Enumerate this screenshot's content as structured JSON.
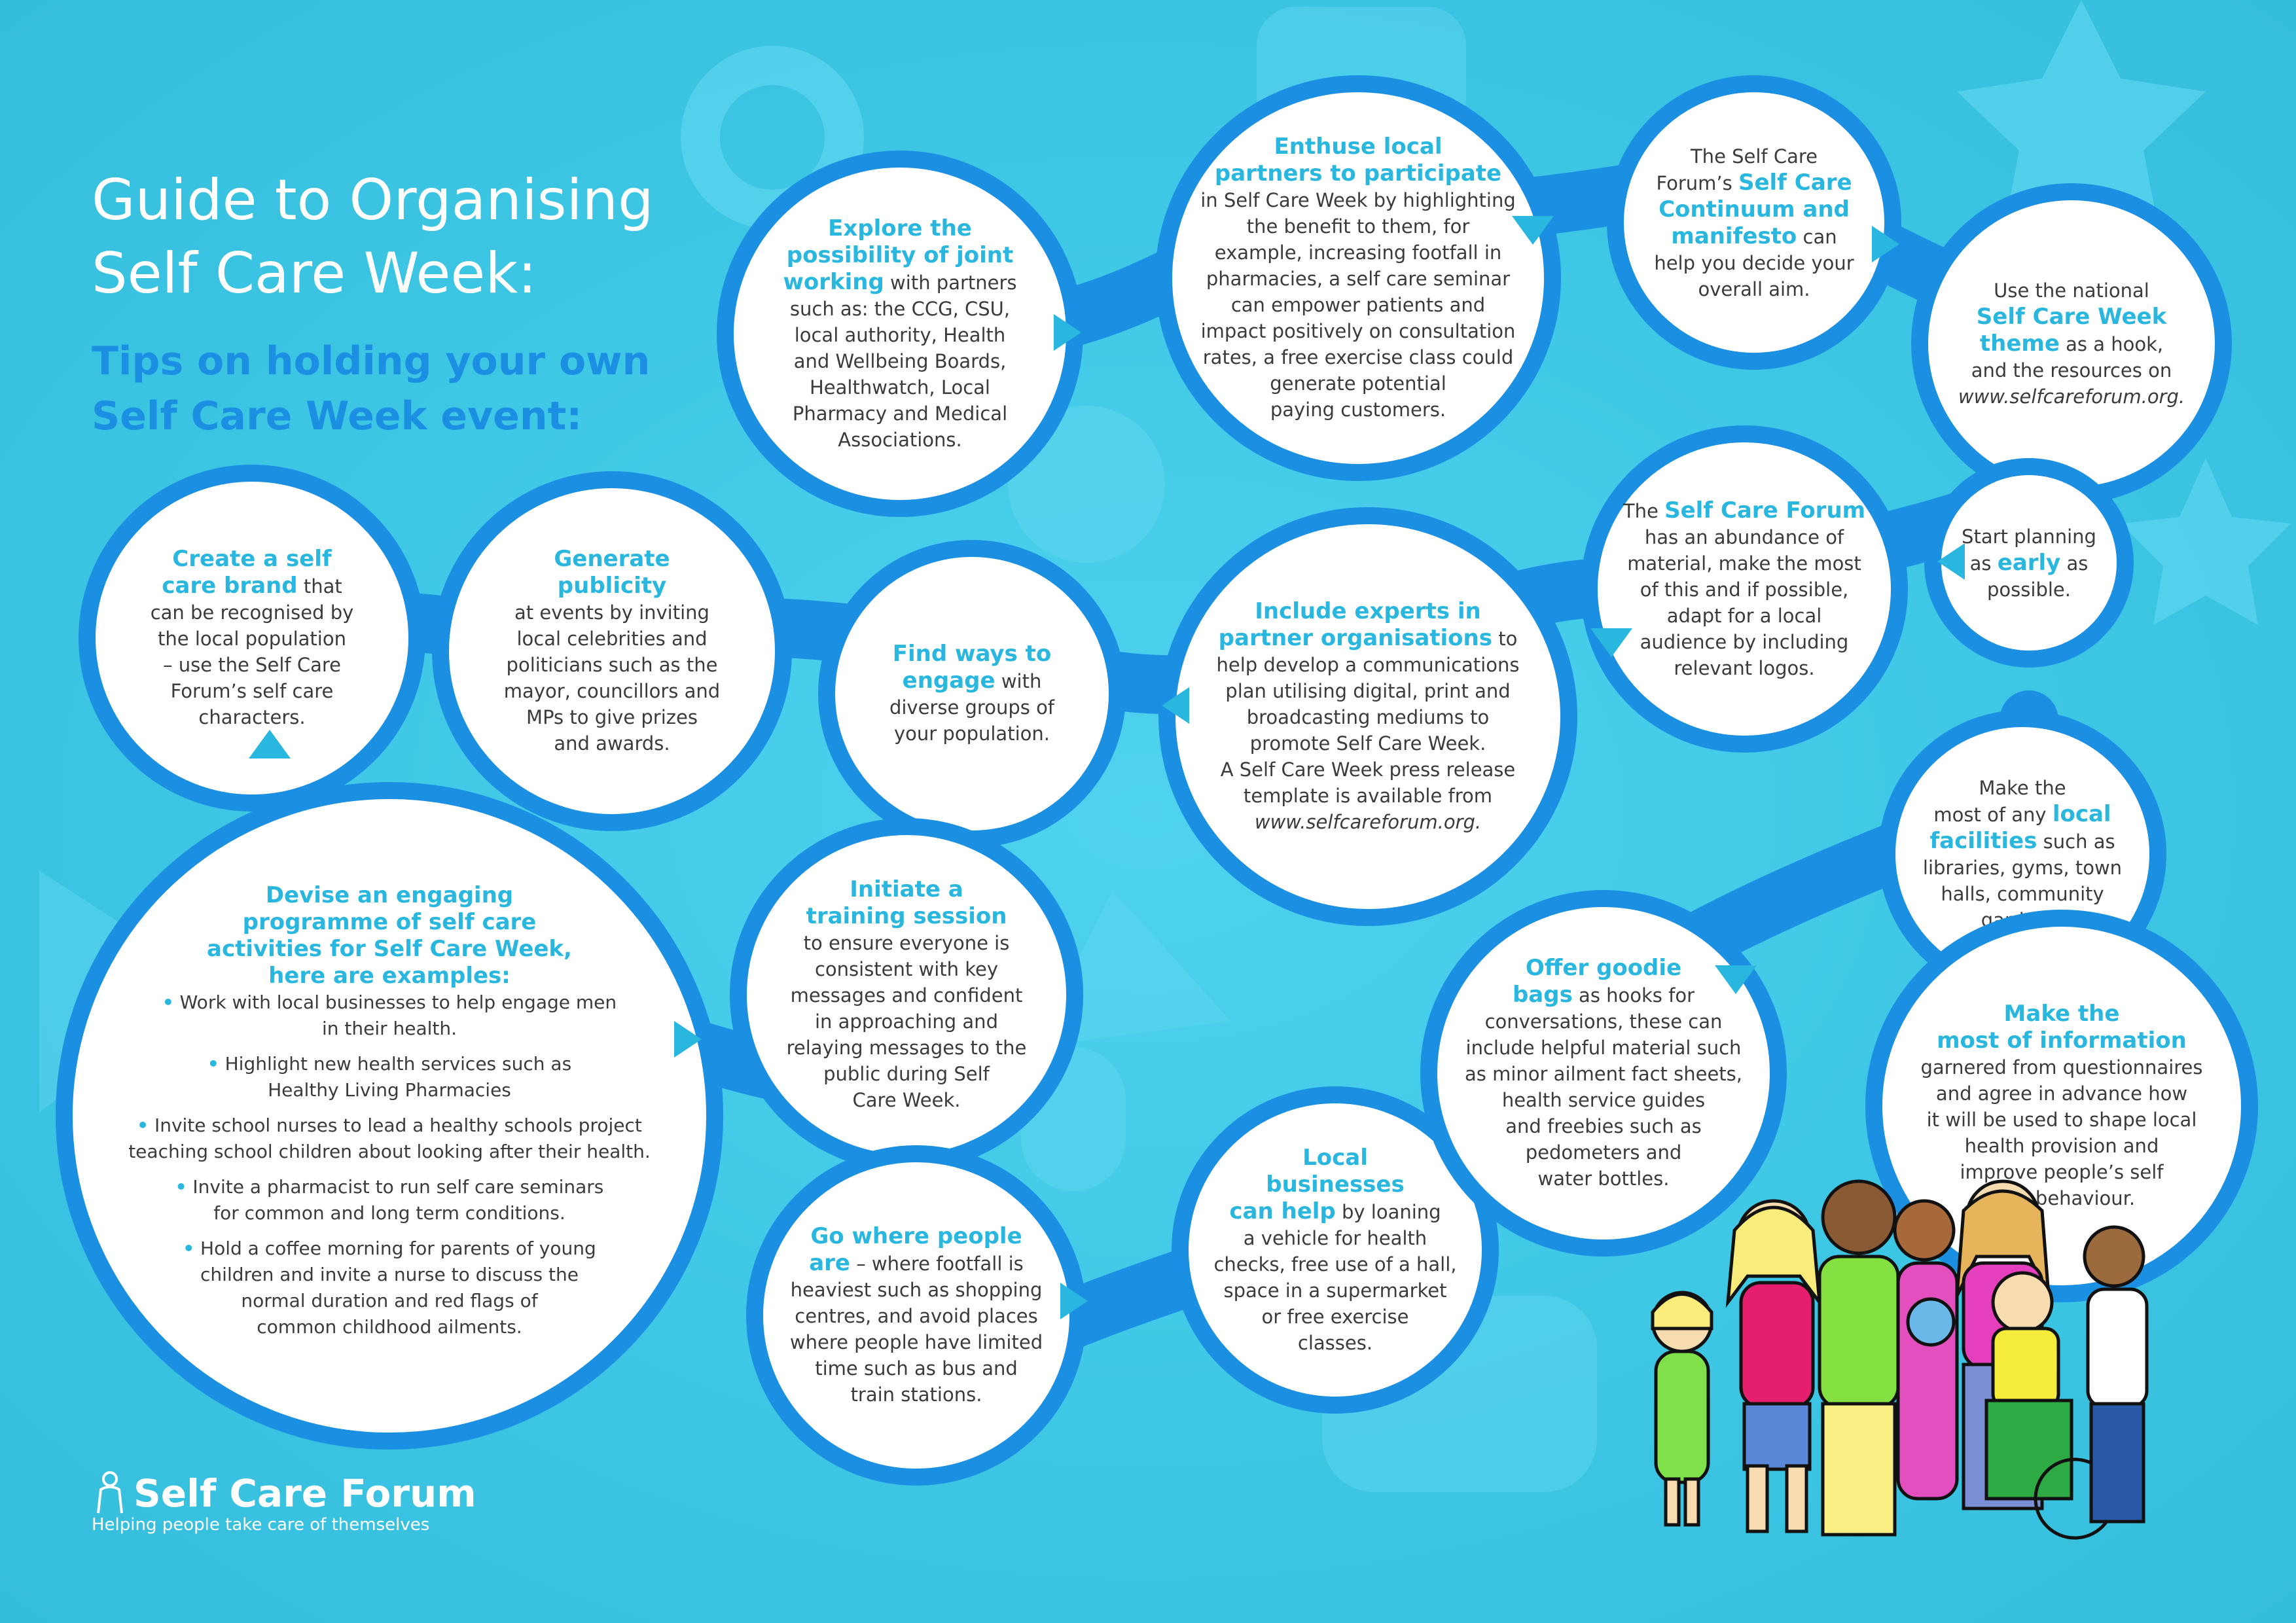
{
  "colors": {
    "background": "#3ec9e6",
    "ring": "#1b8fe2",
    "highlight": "#2ab7df",
    "body_text": "#3b3b3b",
    "title": "#ffffff"
  },
  "title": {
    "line1": "Guide to Organising",
    "line2": "Self Care Week:"
  },
  "subtitle": {
    "line1": "Tips on holding your own",
    "line2": "Self Care Week event:"
  },
  "tips": {
    "brand": {
      "h1": "Create a self",
      "h2": "care brand",
      "t1": "that",
      "lines": [
        "can be recognised by",
        "the local population",
        "– use the Self Care",
        "Forum’s self care",
        "characters."
      ]
    },
    "publicity": {
      "h1": "Generate",
      "h2": "publicity",
      "lines": [
        "at events by inviting",
        "local celebrities and",
        "politicians such as the",
        "mayor, councillors and",
        "MPs to give prizes",
        "and awards."
      ]
    },
    "engage": {
      "h1": "Find ways to",
      "h2": "engage",
      "t1": "with",
      "lines": [
        "diverse groups of",
        "your population."
      ]
    },
    "explore": {
      "h1": "Explore the",
      "h2": "possibility of joint",
      "h3": "working",
      "t1": "with partners",
      "lines": [
        "such as:  the CCG, CSU,",
        "local authority, Health",
        "and Wellbeing Boards,",
        "Healthwatch, Local",
        "Pharmacy and Medical",
        "Associations."
      ]
    },
    "enthuse": {
      "h1": "Enthuse local",
      "h2": "partners to participate",
      "lines": [
        "in Self Care Week by highlighting",
        "the benefit to them, for",
        "example, increasing footfall in",
        "pharmacies, a self care seminar",
        "can empower patients and",
        "impact positively on consultation",
        "rates, a free exercise class could",
        "generate potential",
        "paying customers."
      ]
    },
    "continuum": {
      "p1": "The Self Care",
      "p2": "Forum’s",
      "h1": "Self Care",
      "h2": "Continuum and",
      "h3": "manifesto",
      "t1": "can",
      "lines": [
        "help you decide your",
        "overall aim."
      ]
    },
    "theme": {
      "p1": "Use the national",
      "h1": "Self Care Week",
      "h2": "theme",
      "t1": "as a hook,",
      "p2": "and the resources on",
      "url": "www.selfcareforum.org."
    },
    "early": {
      "p1": "Start planning",
      "p2": "as",
      "h1": "early",
      "t1": "as",
      "p3": "possible."
    },
    "forum": {
      "p1": "The",
      "h1": "Self Care Forum",
      "lines": [
        "has an abundance of",
        "material, make the most",
        "of this and if possible,",
        "adapt for a local",
        "audience by including",
        "relevant logos."
      ]
    },
    "experts": {
      "h1": "Include experts in",
      "h2": "partner organisations",
      "t1": "to",
      "lines": [
        "help develop a communications",
        "plan utilising digital, print and",
        "broadcasting mediums to",
        "promote Self Care Week.",
        "A Self Care Week press release",
        "template is available from"
      ],
      "url": "www.selfcareforum.org."
    },
    "programme": {
      "h1": "Devise an engaging",
      "h2": "programme of self care",
      "h3": "activities for Self Care Week,",
      "h4": "here are examples:",
      "bullets": [
        [
          "Work with local businesses to help engage men",
          "in their health."
        ],
        [
          "Highlight new health services such as",
          "Healthy Living Pharmacies"
        ],
        [
          "Invite school nurses to lead a healthy schools project",
          "teaching school children about looking after their health."
        ],
        [
          "Invite a pharmacist to run self care seminars",
          "for common and long term conditions."
        ],
        [
          "Hold a coffee morning for parents of young",
          "children and invite a nurse to discuss the",
          "normal duration and red flags of",
          "common childhood ailments."
        ]
      ]
    },
    "training": {
      "h1": "Initiate a",
      "h2": "training session",
      "lines": [
        "to ensure everyone is",
        "consistent with key",
        "messages and confident",
        "in approaching and",
        "relaying messages to the",
        "public during Self",
        "Care Week."
      ]
    },
    "gowhere": {
      "h1": "Go where people",
      "h2": "are",
      "t1": "– where footfall is",
      "lines": [
        "heaviest such as shopping",
        "centres, and avoid places",
        "where people have limited",
        "time such as bus and",
        "train stations."
      ]
    },
    "business": {
      "h1": "Local",
      "h2": "businesses",
      "h3": "can help",
      "t1": "by loaning",
      "lines": [
        "a vehicle for health",
        "checks, free use of a hall,",
        "space in a supermarket",
        "or free exercise",
        "classes."
      ]
    },
    "goodie": {
      "h1": "Offer goodie",
      "h2": "bags",
      "t1": "as hooks for",
      "lines": [
        "conversations, these can",
        "include helpful material such",
        "as minor ailment fact sheets,",
        "health service guides",
        "and freebies such as",
        "pedometers and",
        "water bottles."
      ]
    },
    "facilities": {
      "p1": "Make the",
      "p2": "most of any",
      "h1": "local",
      "h2": "facilities",
      "t1": "such as",
      "lines": [
        "libraries, gyms, town",
        "halls, community",
        "gardens."
      ]
    },
    "information": {
      "h1": "Make the",
      "h2": "most of information",
      "lines": [
        "garnered from questionnaires",
        "and agree in advance how",
        "it will be used to shape local",
        "health provision and",
        "improve people’s self",
        "care behaviour."
      ]
    }
  },
  "logo": {
    "name": "Self Care Forum",
    "tagline": "Helping people take care of themselves"
  }
}
